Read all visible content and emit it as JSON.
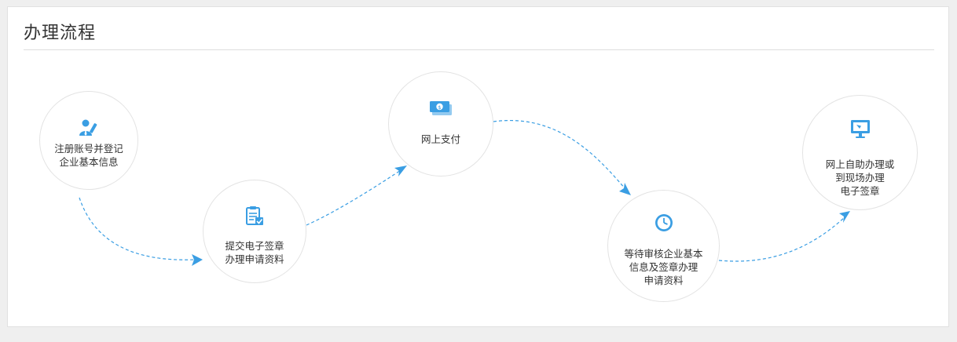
{
  "section": {
    "title": "办理流程"
  },
  "theme": {
    "accent": "#3a9ee3",
    "text": "#333333",
    "border": "#e3e3e3"
  },
  "steps": [
    {
      "icon": "user-register-icon",
      "label": "注册账号并登记\n企业基本信息"
    },
    {
      "icon": "checklist-document-icon",
      "label": "提交电子签章\n办理申请资料"
    },
    {
      "icon": "money-banknote-icon",
      "label": "网上支付"
    },
    {
      "icon": "clock-icon",
      "label": "等待审核企业基本\n信息及签章办理\n申请资料"
    },
    {
      "icon": "monitor-icon",
      "label": "网上自助办理或\n到现场办理\n电子签章"
    }
  ]
}
